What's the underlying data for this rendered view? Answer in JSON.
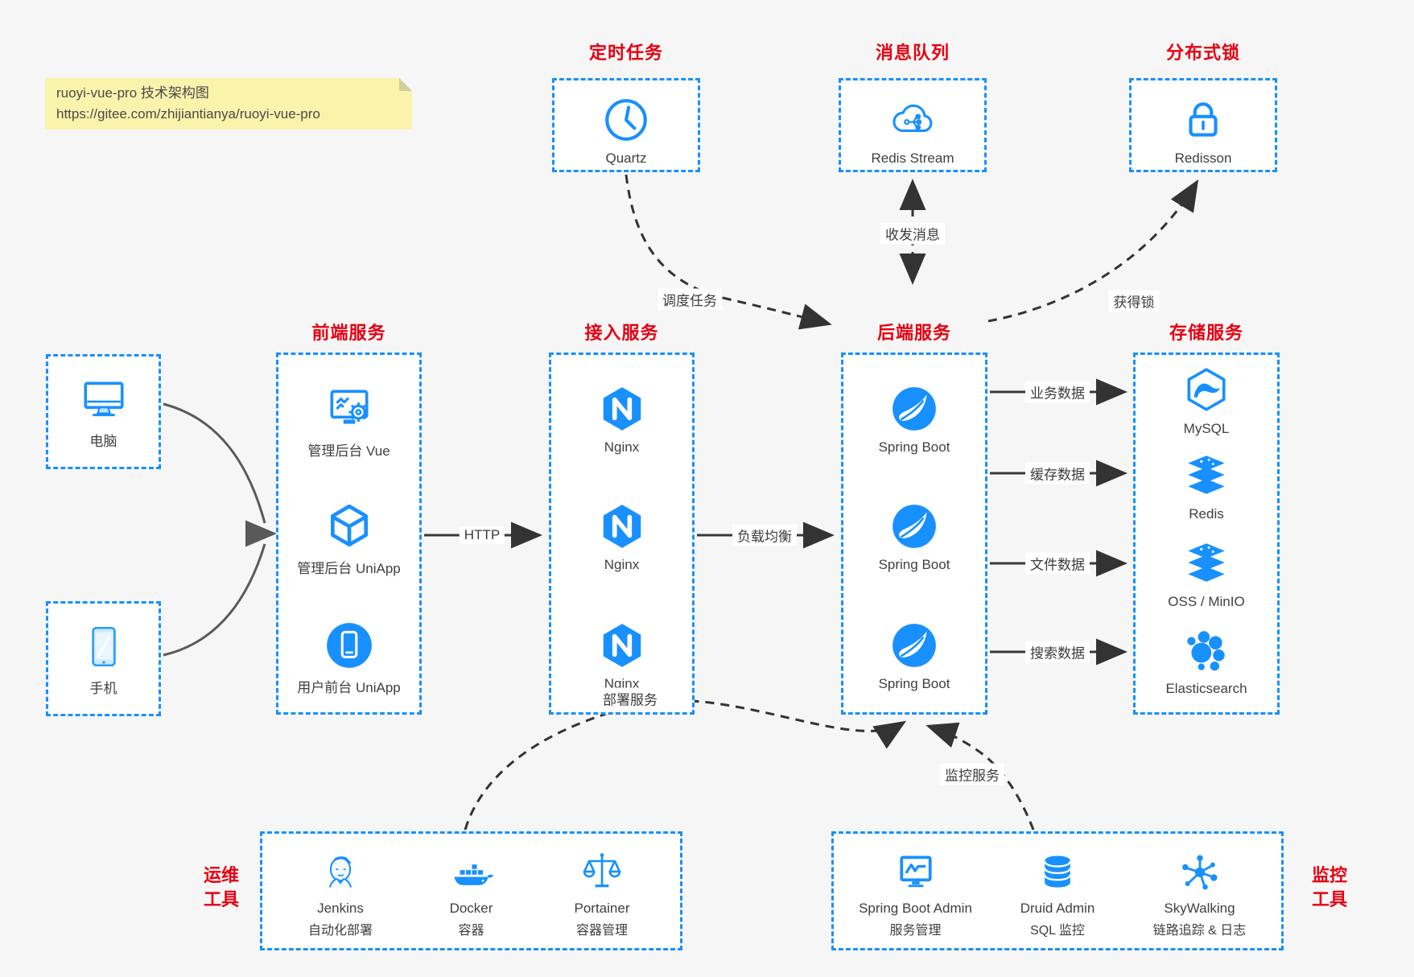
{
  "colors": {
    "accent_blue": "#1890ff",
    "title_red": "#e60012",
    "note_yellow": "#faf3ab",
    "background": "#f6f6f6",
    "arrow_dark": "#383838",
    "client_arrow_gray": "#595959"
  },
  "note": {
    "line1": "ruoyi-vue-pro 技术架构图",
    "line2": "https://gitee.com/zhijiantianya/ruoyi-vue-pro"
  },
  "top_groups": [
    {
      "title": "定时任务",
      "item": {
        "icon": "clock",
        "label": "Quartz"
      }
    },
    {
      "title": "消息队列",
      "item": {
        "icon": "cloud-mq",
        "label": "Redis Stream"
      }
    },
    {
      "title": "分布式锁",
      "item": {
        "icon": "lock",
        "label": "Redisson"
      }
    }
  ],
  "clients": [
    {
      "icon": "desktop",
      "label": "电脑"
    },
    {
      "icon": "mobile",
      "label": "手机"
    }
  ],
  "columns": [
    {
      "title": "前端服务",
      "items": [
        {
          "icon": "admin-vue",
          "label": "管理后台 Vue"
        },
        {
          "icon": "cube",
          "label": "管理后台 UniApp"
        },
        {
          "icon": "user-app",
          "label": "用户前台 UniApp"
        }
      ]
    },
    {
      "title": "接入服务",
      "items": [
        {
          "icon": "nginx",
          "label": "Nginx"
        },
        {
          "icon": "nginx",
          "label": "Nginx"
        },
        {
          "icon": "nginx",
          "label": "Nginx"
        }
      ]
    },
    {
      "title": "后端服务",
      "items": [
        {
          "icon": "spring",
          "label": "Spring Boot"
        },
        {
          "icon": "spring",
          "label": "Spring Boot"
        },
        {
          "icon": "spring",
          "label": "Spring Boot"
        }
      ]
    },
    {
      "title": "存储服务",
      "items": [
        {
          "icon": "mysql",
          "label": "MySQL"
        },
        {
          "icon": "redis",
          "label": "Redis"
        },
        {
          "icon": "redis",
          "label": "OSS / MinIO"
        },
        {
          "icon": "elasticsearch",
          "label": "Elasticsearch"
        }
      ]
    }
  ],
  "edges": {
    "schedule": "调度任务",
    "mq": "收发消息",
    "lock": "获得锁",
    "http": "HTTP",
    "lb": "负载均衡",
    "biz": "业务数据",
    "cache": "缓存数据",
    "file": "文件数据",
    "search": "搜索数据",
    "deploy": "部署服务",
    "monitor": "监控服务"
  },
  "bottom_groups": [
    {
      "side_line1": "运维",
      "side_line2": "工具",
      "items": [
        {
          "icon": "jenkins",
          "label": "Jenkins",
          "sub": "自动化部署"
        },
        {
          "icon": "docker",
          "label": "Docker",
          "sub": "容器"
        },
        {
          "icon": "portainer",
          "label": "Portainer",
          "sub": "容器管理"
        }
      ]
    },
    {
      "side_line1": "监控",
      "side_line2": "工具",
      "items": [
        {
          "icon": "boot-admin",
          "label": "Spring Boot Admin",
          "sub": "服务管理"
        },
        {
          "icon": "druid",
          "label": "Druid Admin",
          "sub": "SQL 监控"
        },
        {
          "icon": "skywalking",
          "label": "SkyWalking",
          "sub": "链路追踪 & 日志"
        }
      ]
    }
  ]
}
